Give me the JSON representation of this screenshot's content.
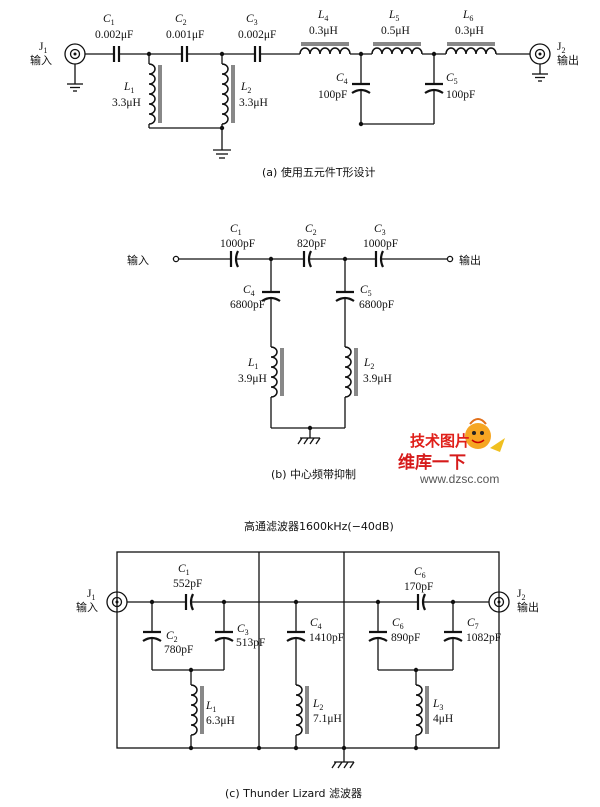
{
  "circuit_a": {
    "J1": "J",
    "J1_sub": "1",
    "J1_label": "输入",
    "J2": "J",
    "J2_sub": "2",
    "J2_label": "输出",
    "C1": "C",
    "C1_sub": "1",
    "C1_val": "0.002μF",
    "C2": "C",
    "C2_sub": "2",
    "C2_val": "0.001μF",
    "C3": "C",
    "C3_sub": "3",
    "C3_val": "0.002μF",
    "L4": "L",
    "L4_sub": "4",
    "L4_val": "0.3μH",
    "L5": "L",
    "L5_sub": "5",
    "L5_val": "0.5μH",
    "L6": "L",
    "L6_sub": "6",
    "L6_val": "0.3μH",
    "L1": "L",
    "L1_sub": "1",
    "L1_val": "3.3μH",
    "L2": "L",
    "L2_sub": "2",
    "L2_val": "3.3μH",
    "C4": "C",
    "C4_sub": "4",
    "C4_val": "100pF",
    "C5": "C",
    "C5_sub": "5",
    "C5_val": "100pF",
    "caption": "(a) 使用五元件T形设计"
  },
  "circuit_b": {
    "in_label": "输入",
    "out_label": "输出",
    "C1": "C",
    "C1_sub": "1",
    "C1_val": "1000pF",
    "C2": "C",
    "C2_sub": "2",
    "C2_val": "820pF",
    "C3": "C",
    "C3_sub": "3",
    "C3_val": "1000pF",
    "C4": "C",
    "C4_sub": "4",
    "C4_val": "6800pF",
    "C5": "C",
    "C5_sub": "5",
    "C5_val": "6800pF",
    "L1": "L",
    "L1_sub": "1",
    "L1_val": "3.9μH",
    "L2": "L",
    "L2_sub": "2",
    "L2_val": "3.9μH",
    "caption": "(b) 中心频带抑制"
  },
  "watermark": {
    "line1": "技术图片",
    "line2": "维库一下",
    "url": "www.dzsc.com"
  },
  "circuit_c": {
    "title": "高通滤波器1600kHz(−40dB)",
    "J1": "J",
    "J1_sub": "1",
    "J1_label": "输入",
    "J2": "J",
    "J2_sub": "2",
    "J2_label": "输出",
    "C1": "C",
    "C1_sub": "1",
    "C1_val": "552pF",
    "C2": "C",
    "C2_sub": "2",
    "C2_val": "780pF",
    "C3": "C",
    "C3_sub": "3",
    "C3_val": "513pF",
    "C4": "C",
    "C4_sub": "4",
    "C4_val": "1410pF",
    "C5": "C",
    "C5_sub": "6",
    "C5_val": "170pF",
    "C6": "C",
    "C6_sub": "6",
    "C6_val": "890pF",
    "C7": "C",
    "C7_sub": "7",
    "C7_val": "1082pF",
    "L1": "L",
    "L1_sub": "1",
    "L1_val": "6.3μH",
    "L2": "L",
    "L2_sub": "2",
    "L2_val": "7.1μH",
    "L3": "L",
    "L3_sub": "3",
    "L3_val": "4μH",
    "caption": "(c) Thunder Lizard 滤波器"
  }
}
